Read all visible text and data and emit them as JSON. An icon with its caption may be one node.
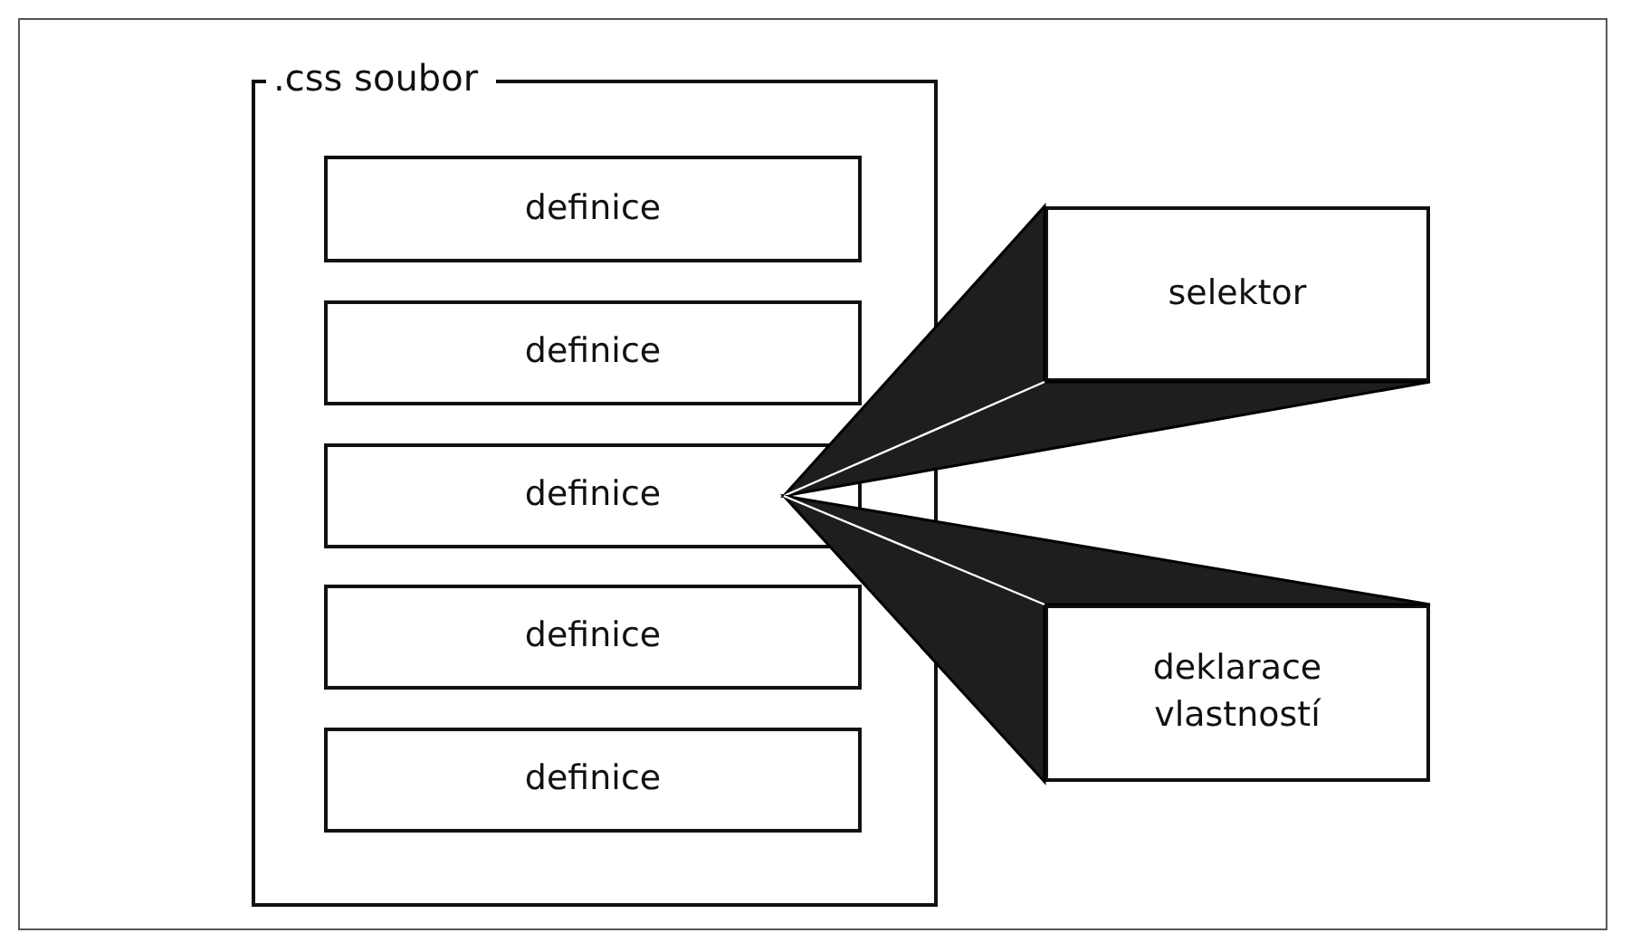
{
  "diagram": {
    "nodes": [
      {
        "text": [
          ".css soubor"
        ]
      },
      {
        "text": [
          "definice"
        ],
        "in": 0
      },
      {
        "text": [
          "definice"
        ],
        "in": 0
      },
      {
        "text": [
          "definice"
        ],
        "in": 0
      },
      {
        "text": [
          "definice"
        ],
        "in": 0
      },
      {
        "text": [
          "definice"
        ],
        "in": 0
      },
      {
        "text": [
          "selektor"
        ]
      },
      {
        "text": [
          "deklarace vlastností"
        ]
      }
    ],
    "edges": [
      {
        "from": 3,
        "to": 6,
        "arrow": "none"
      },
      {
        "from": 3,
        "to": 7,
        "arrow": "none"
      }
    ]
  }
}
